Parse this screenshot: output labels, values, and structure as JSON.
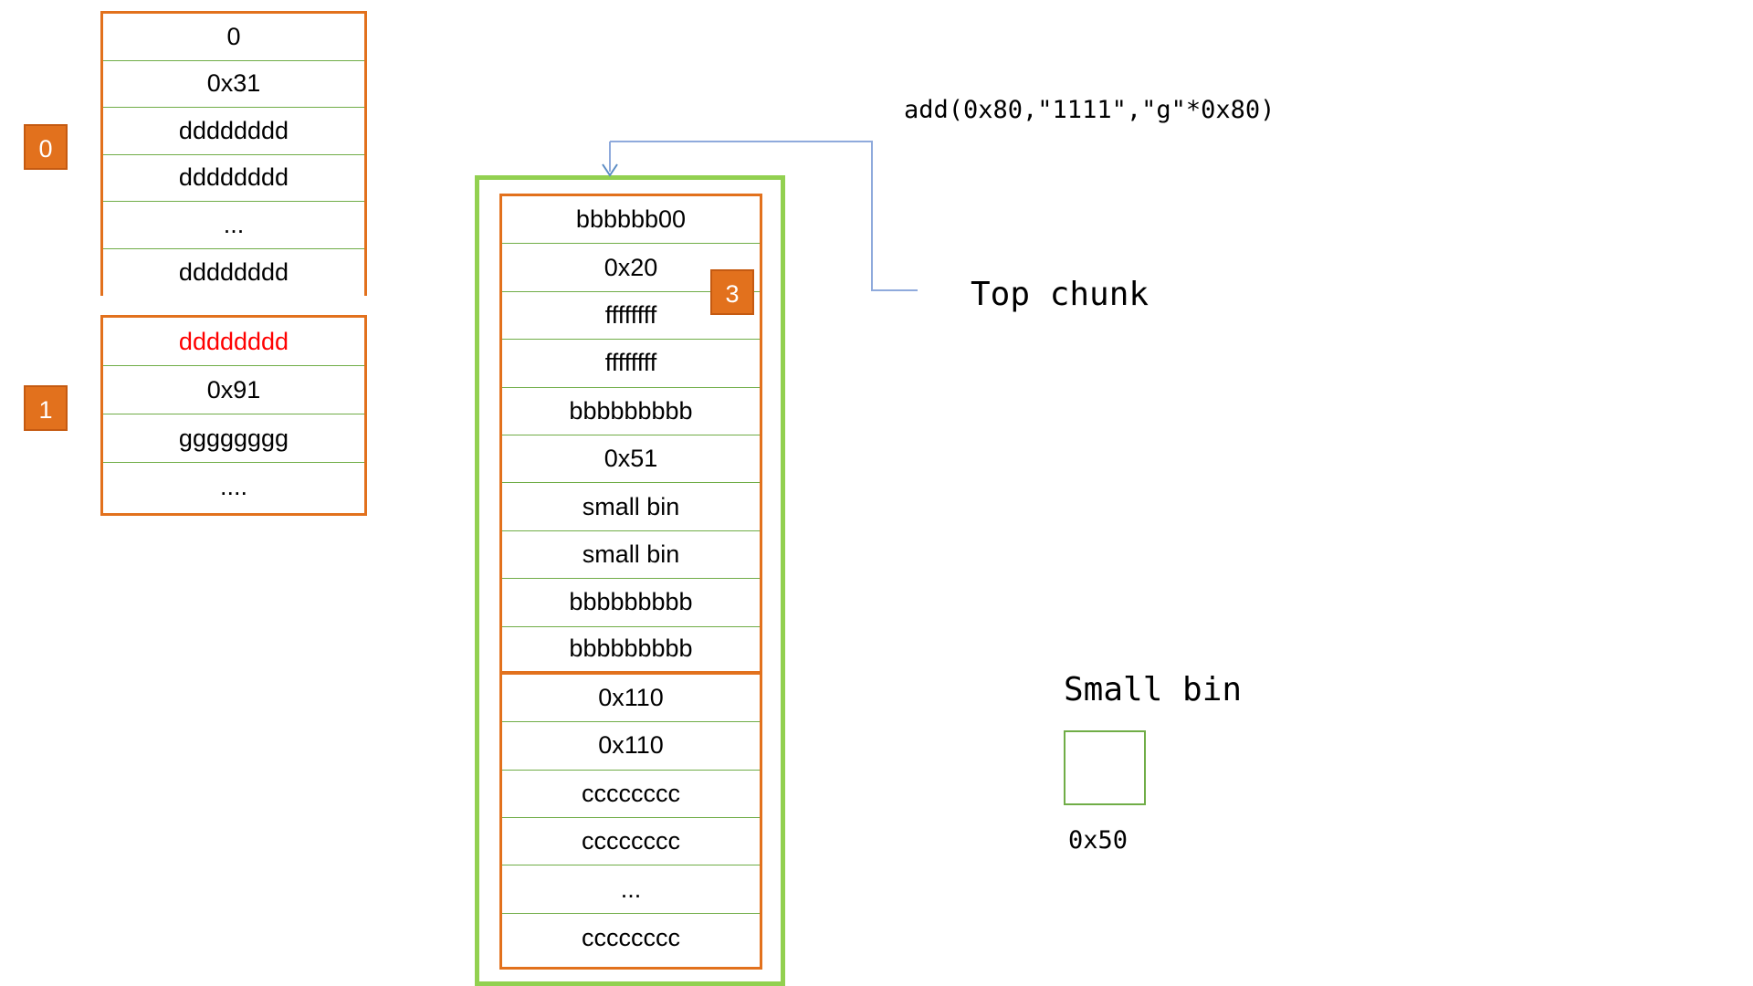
{
  "diagram": {
    "title": "heap-chunk-layout",
    "colors": {
      "orange_border": "#E2711D",
      "green_row_line": "#70AD47",
      "green_box": "#92D050",
      "red_text": "#FF0000",
      "connector_blue": "#8FAADC",
      "badge_fill": "#E2711D",
      "badge_text": "#FFFFFF"
    }
  },
  "badges": {
    "left_top": "0",
    "left_bottom": "1",
    "middle": "3"
  },
  "chunks": {
    "chunk0": {
      "badge": "0",
      "rows": [
        {
          "text": "0",
          "color": "black"
        },
        {
          "text": "0x31",
          "color": "black"
        },
        {
          "text": "dddddddd",
          "color": "black"
        },
        {
          "text": "dddddddd",
          "color": "black"
        },
        {
          "text": "...",
          "color": "black"
        },
        {
          "text": "dddddddd",
          "color": "black"
        }
      ]
    },
    "chunk1": {
      "badge": "1",
      "rows": [
        {
          "text": "dddddddd",
          "color": "red"
        },
        {
          "text": "0x91",
          "color": "black"
        },
        {
          "text": "gggggggg",
          "color": "black"
        },
        {
          "text": "....",
          "color": "black"
        }
      ]
    },
    "chunk_middle": {
      "badge": "3",
      "rows": [
        {
          "text": "bbbbbb00",
          "color": "black",
          "separator": "green"
        },
        {
          "text": "0x20",
          "color": "black",
          "separator": "green"
        },
        {
          "text": "ffffffff",
          "color": "black",
          "separator": "green"
        },
        {
          "text": "ffffffff",
          "color": "black",
          "separator": "green"
        },
        {
          "text": "bbbbbbbbb",
          "color": "black",
          "separator": "green"
        },
        {
          "text": "0x51",
          "color": "black",
          "separator": "green"
        },
        {
          "text": "small bin",
          "color": "black",
          "separator": "green"
        },
        {
          "text": "small bin",
          "color": "black",
          "separator": "green"
        },
        {
          "text": "bbbbbbbbb",
          "color": "black",
          "separator": "green"
        },
        {
          "text": "bbbbbbbbb",
          "color": "black",
          "separator": "orange"
        },
        {
          "text": "0x110",
          "color": "black",
          "separator": "green"
        },
        {
          "text": "0x110",
          "color": "black",
          "separator": "green"
        },
        {
          "text": "cccccccc",
          "color": "black",
          "separator": "green"
        },
        {
          "text": "cccccccc",
          "color": "black",
          "separator": "green"
        },
        {
          "text": "...",
          "color": "black",
          "separator": "green"
        },
        {
          "text": "cccccccc",
          "color": "black",
          "separator": "none"
        }
      ]
    }
  },
  "annotations": {
    "add_call": "add(0x80,\"1111\",\"g\"*0x80)",
    "top_chunk": "Top chunk",
    "small_bin_label": "Small bin",
    "small_bin_size": "0x50"
  }
}
